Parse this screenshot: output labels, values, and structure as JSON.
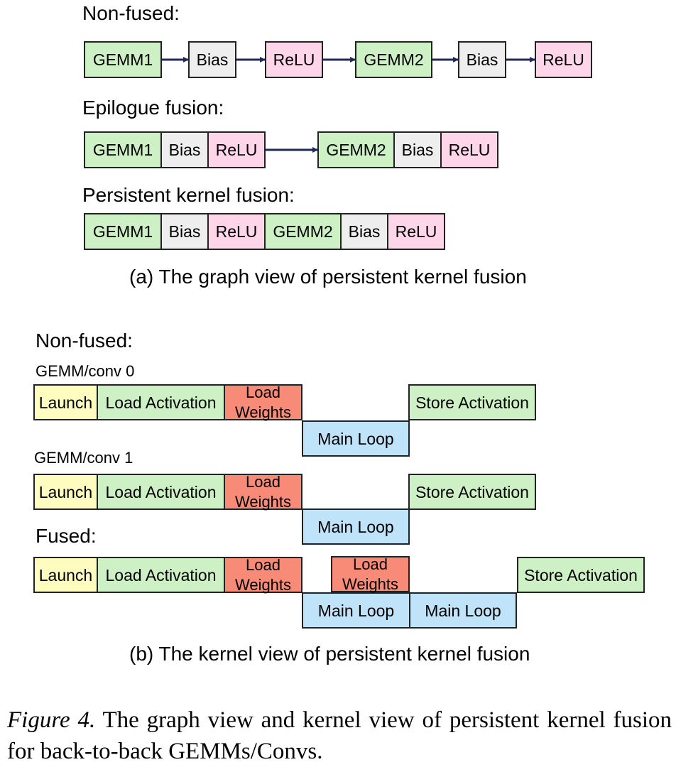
{
  "graph_view": {
    "non_fused_label": "Non-fused:",
    "epilogue_label": "Epilogue fusion:",
    "persistent_label": "Persistent kernel fusion:",
    "non_fused": [
      "GEMM1",
      "Bias",
      "ReLU",
      "GEMM2",
      "Bias",
      "ReLU"
    ],
    "epilogue": [
      "GEMM1",
      "Bias",
      "ReLU",
      "GEMM2",
      "Bias",
      "ReLU"
    ],
    "persistent": [
      "GEMM1",
      "Bias",
      "ReLU",
      "GEMM2",
      "Bias",
      "ReLU"
    ],
    "caption": "(a) The graph view of persistent kernel fusion"
  },
  "kernel_view": {
    "non_fused_label": "Non-fused:",
    "conv0_label": "GEMM/conv 0",
    "conv1_label": "GEMM/conv 1",
    "fused_label": "Fused:",
    "launch": "Launch",
    "load_activation": "Load Activation",
    "load_weights": "Load Weights",
    "main_loop": "Main Loop",
    "store_activation": "Store Activation",
    "caption": "(b) The kernel view of persistent kernel fusion"
  },
  "figure_caption": {
    "number": "Figure 4.",
    "text": " The graph view and kernel view of persistent kernel fusion for back-to-back GEMMs/Convs."
  },
  "colors": {
    "gemm": "#cdf0c4",
    "bias": "#eeeeee",
    "relu": "#ffd5e9",
    "launch": "#fffcc0",
    "load_weights": "#f78b78",
    "main_loop": "#bfe4f9",
    "arrow": "#1f2a5a"
  }
}
